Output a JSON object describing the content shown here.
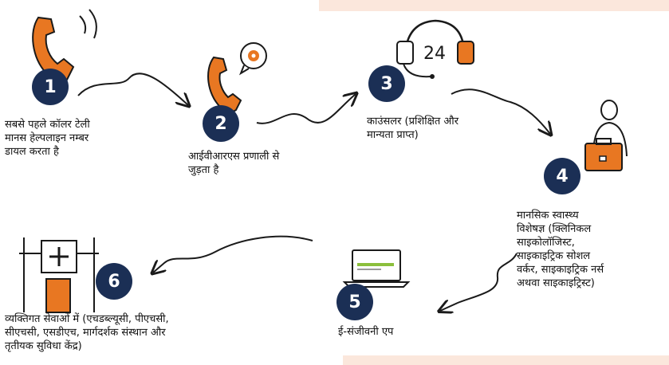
{
  "colors": {
    "navy": "#1b2f55",
    "orange": "#e87722",
    "peach": "#fbe7dc",
    "ink": "#1a1a1a"
  },
  "steps": [
    {
      "number": "1",
      "icon": "telephone-ringing-icon",
      "text": "सबसे पहले कॉलर टेली\nमानस हेल्पलाइन नम्बर\nडायल करता है"
    },
    {
      "number": "2",
      "icon": "telephone-gear-icon",
      "text": "आईवीआरएस प्रणाली से\nजुड़ता है"
    },
    {
      "number": "3",
      "icon": "headset-24-icon",
      "headset_text": "24",
      "text": "काउंसलर (प्रशिक्षित और\nमान्यता प्राप्त)"
    },
    {
      "number": "4",
      "icon": "specialist-briefcase-icon",
      "text": "मानसिक स्वास्थ्य\nविशेषज्ञ (क्लिनिकल\nसाइकोलॉजिस्ट,\nसाइकाइट्रिक सोशल\nवर्कर, साइकाइट्रिक नर्स\nअथवा साइकाइट्रिस्ट)"
    },
    {
      "number": "5",
      "icon": "laptop-icon",
      "text": "ई-संजीवनी एप"
    },
    {
      "number": "6",
      "icon": "hospital-building-icon",
      "text": "व्यक्तिगत सेवाओं में (एचडब्ल्यूसी, पीएचसी,\nसीएचसी, एसडीएच, मार्गदर्शक संस्थान और\nतृतीयक सुविधा केंद्र)"
    }
  ]
}
